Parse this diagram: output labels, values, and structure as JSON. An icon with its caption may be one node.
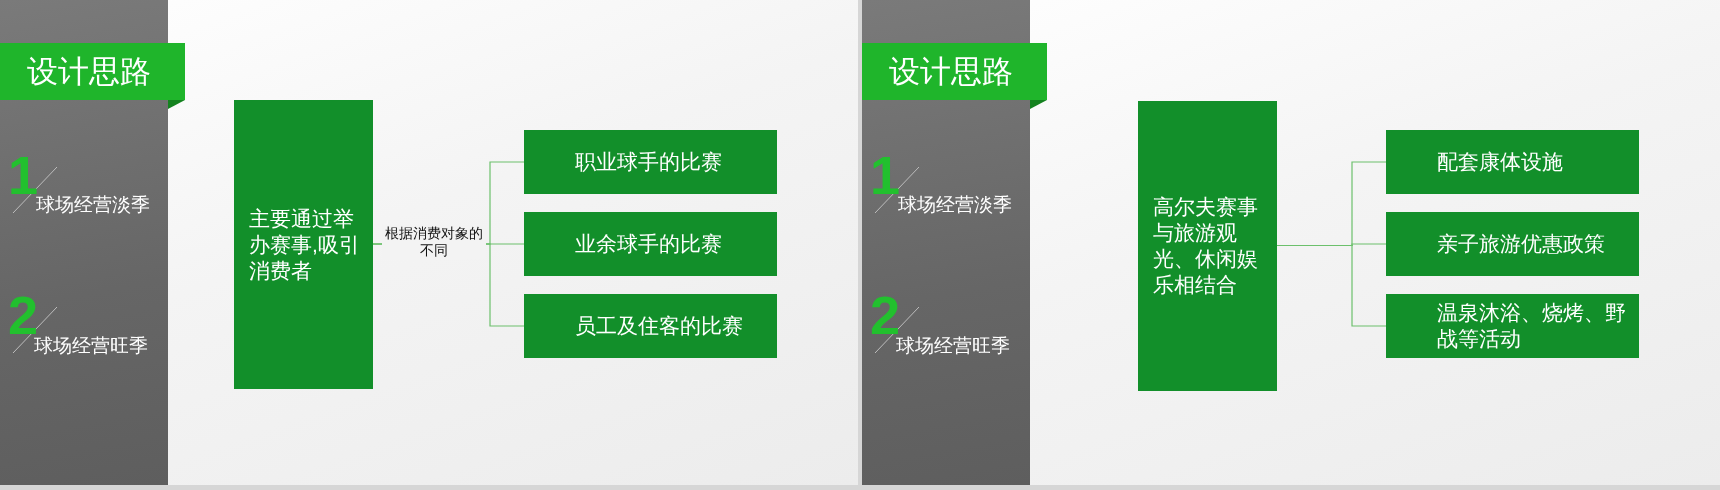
{
  "diagram": {
    "nodes": [
      {
        "text": [
          "设计思路"
        ]
      },
      {
        "text": [
          "主要通过举办赛事,吸引消费者"
        ]
      },
      {
        "text": [
          "职业球手的比赛"
        ]
      },
      {
        "text": [
          "业余球手的比赛"
        ]
      },
      {
        "text": [
          "员工及住客的比赛"
        ]
      },
      {
        "text": [
          "设计思路"
        ]
      },
      {
        "text": [
          "高尔夫赛事与旅游观光、休闲娱乐相结合"
        ]
      },
      {
        "text": [
          "配套康体设施"
        ]
      },
      {
        "text": [
          "亲子旅游优惠政策"
        ]
      },
      {
        "text": [
          "温泉沐浴、烧烤、野战等活动"
        ]
      }
    ],
    "edges": [
      {
        "from": 1,
        "to": 2,
        "arrow": "none"
      },
      {
        "from": 1,
        "to": 3,
        "arrow": "none",
        "label": "根据消费对象的不同"
      },
      {
        "from": 1,
        "to": 4,
        "arrow": "none"
      },
      {
        "from": 6,
        "to": 7,
        "arrow": "none"
      },
      {
        "from": 6,
        "to": 8,
        "arrow": "none"
      },
      {
        "from": 6,
        "to": 9,
        "arrow": "none"
      }
    ],
    "labels": [
      "1",
      "球场经营淡季",
      "2",
      "球场经营旺季",
      "1",
      "球场经营淡季",
      "2",
      "球场经营旺季"
    ]
  }
}
